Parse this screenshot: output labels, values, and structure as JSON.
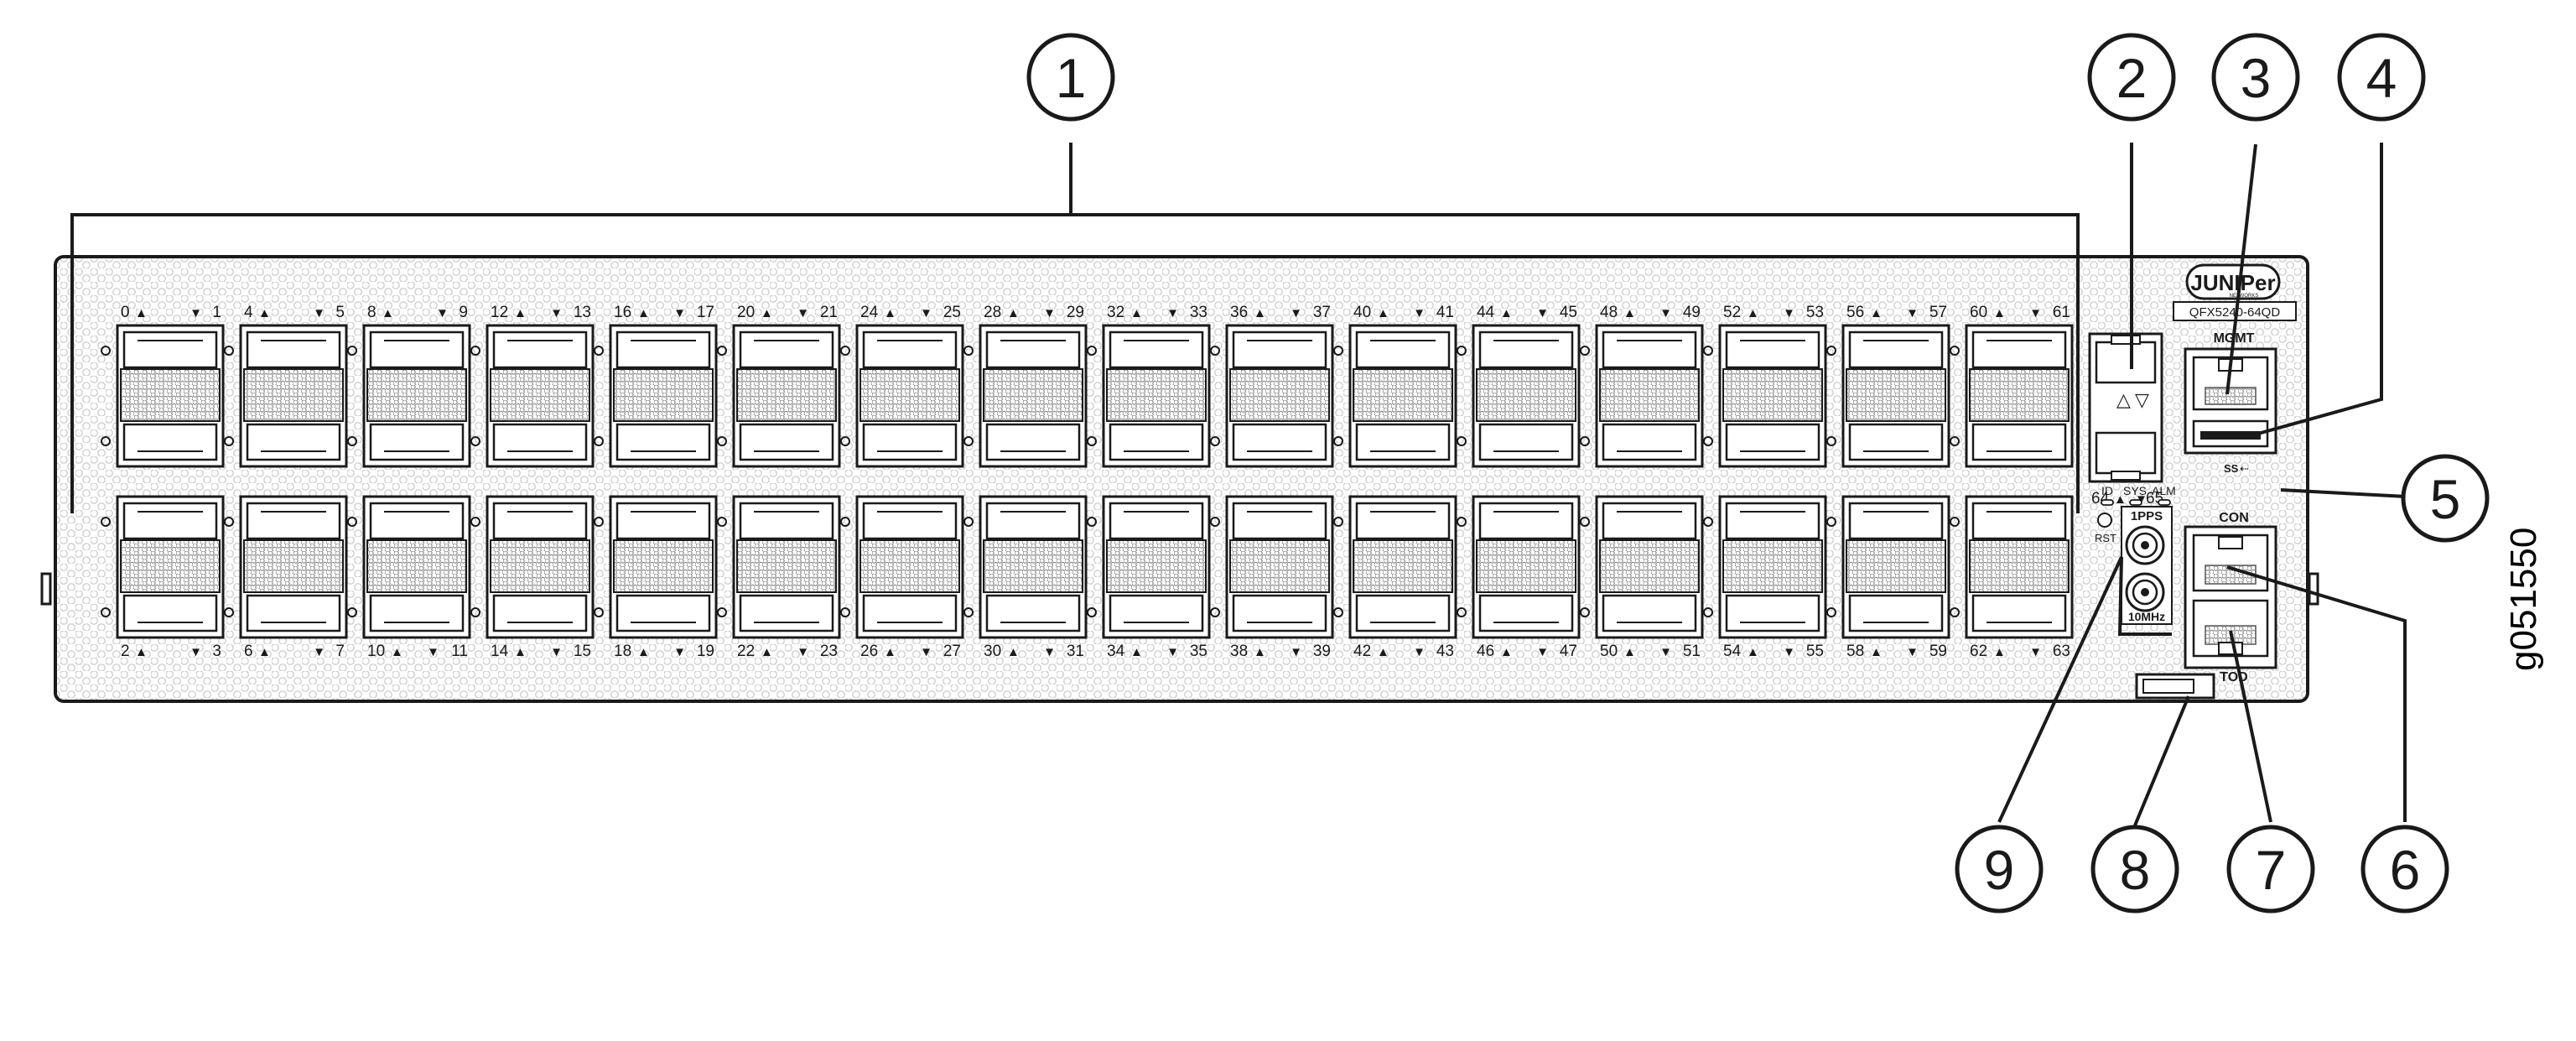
{
  "figure_id": "g051550",
  "brand": {
    "logo_text": "JUNIPer",
    "logo_sub": "NETWORKS",
    "model": "QFX5240-64QD"
  },
  "callouts": [
    "1",
    "2",
    "3",
    "4",
    "5",
    "6",
    "7",
    "8",
    "9"
  ],
  "port_labels": {
    "top": [
      [
        "0",
        "1"
      ],
      [
        "4",
        "5"
      ],
      [
        "8",
        "9"
      ],
      [
        "12",
        "13"
      ],
      [
        "16",
        "17"
      ],
      [
        "20",
        "21"
      ],
      [
        "24",
        "25"
      ],
      [
        "28",
        "29"
      ],
      [
        "32",
        "33"
      ],
      [
        "36",
        "37"
      ],
      [
        "40",
        "41"
      ],
      [
        "44",
        "45"
      ],
      [
        "48",
        "49"
      ],
      [
        "52",
        "53"
      ],
      [
        "56",
        "57"
      ],
      [
        "60",
        "61"
      ]
    ],
    "bottom": [
      [
        "2",
        "3"
      ],
      [
        "6",
        "7"
      ],
      [
        "10",
        "11"
      ],
      [
        "14",
        "15"
      ],
      [
        "18",
        "19"
      ],
      [
        "22",
        "23"
      ],
      [
        "26",
        "27"
      ],
      [
        "30",
        "31"
      ],
      [
        "34",
        "35"
      ],
      [
        "38",
        "39"
      ],
      [
        "42",
        "43"
      ],
      [
        "46",
        "47"
      ],
      [
        "50",
        "51"
      ],
      [
        "54",
        "55"
      ],
      [
        "58",
        "59"
      ],
      [
        "62",
        "63"
      ]
    ],
    "sfp": [
      "64",
      "65"
    ]
  },
  "labels": {
    "mgmt": "MGMT",
    "usb": "SS",
    "id": "ID",
    "sys": "SYS",
    "alm": "ALM",
    "rst": "RST",
    "pps": "1PPS",
    "mhz": "10MHz",
    "con": "CON",
    "tod": "TOD"
  },
  "arrows": {
    "up": "▲",
    "down": "▼"
  }
}
